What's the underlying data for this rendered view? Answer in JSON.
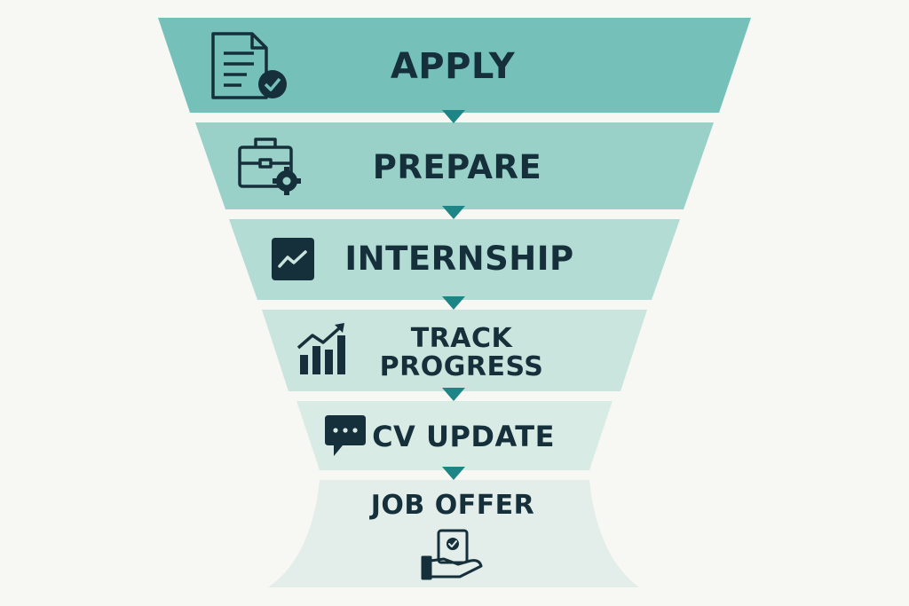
{
  "colors": {
    "background": "#f7f7f3",
    "stage_fills": [
      "#76c0ba",
      "#99d1c9",
      "#b3dcd4",
      "#c9e5de",
      "#d8ebe5",
      "#e3ede9"
    ],
    "arrow": "#1d8585",
    "text": "#15303a"
  },
  "stages": [
    {
      "label": "APPLY",
      "icon": "document-check-icon"
    },
    {
      "label": "PREPARE",
      "icon": "briefcase-gear-icon"
    },
    {
      "label": "INTERNSHIP",
      "icon": "chart-checkbox-icon"
    },
    {
      "label": "TRACK\nPROGRESS",
      "icon": "bar-chart-growth-icon"
    },
    {
      "label": "CV UPDATE",
      "icon": "chat-bubble-icon"
    },
    {
      "label": "JOB OFFER",
      "icon": "hand-certificate-icon"
    }
  ]
}
